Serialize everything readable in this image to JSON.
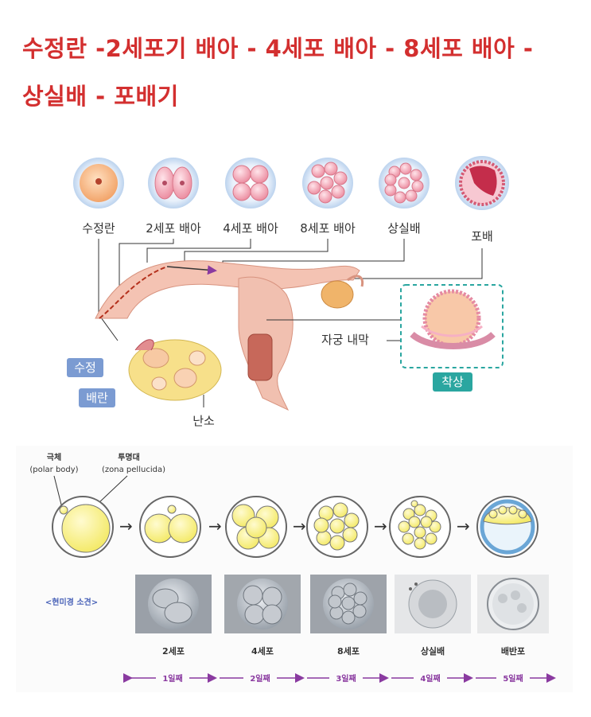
{
  "title": {
    "line1": "수정란 -2세포기 배아 - 4세포 배아 - 8세포 배아 -",
    "line2": "상실배 - 포배기"
  },
  "top_diagram": {
    "stages": [
      "수정란",
      "2세포 배아",
      "4세포 배아",
      "8세포 배아",
      "상실배",
      "포배"
    ],
    "labels": {
      "fertilization": "수정",
      "ovulation": "배란",
      "ovary": "난소",
      "endometrium": "자궁 내막",
      "implantation": "착상"
    }
  },
  "bottom_diagram": {
    "polar_body": "극체",
    "polar_body_en": "(polar body)",
    "zona": "투명대",
    "zona_en": "(zona pellucida)",
    "microscope": "<현미경 소견>",
    "stages": [
      "2세포",
      "4세포",
      "8세포",
      "상실배",
      "배반포"
    ],
    "days": [
      "1일째",
      "2일째",
      "3일째",
      "4일째",
      "5일째"
    ]
  },
  "colors": {
    "title": "#d32f2f",
    "label_box": "#7b9bd2",
    "implant_box": "#2aa6a0",
    "day_arrow": "#8a3aa0"
  }
}
